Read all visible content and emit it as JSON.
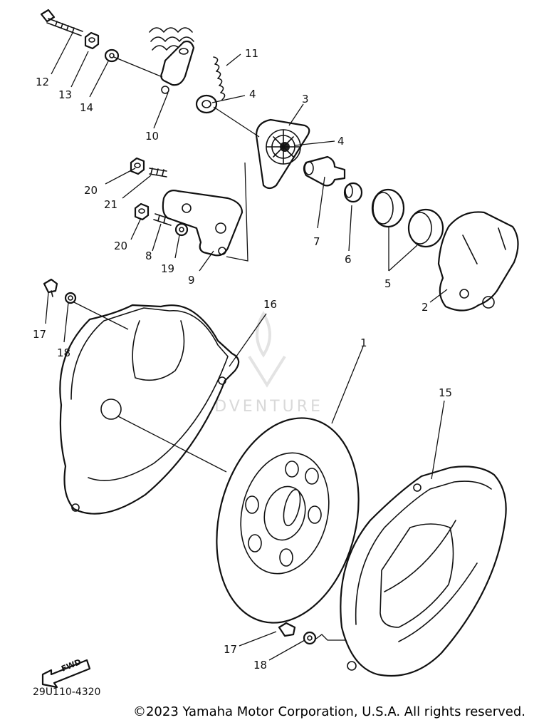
{
  "diagram": {
    "parts": [
      {
        "number": "1"
      },
      {
        "number": "2"
      },
      {
        "number": "3"
      },
      {
        "number": "4"
      },
      {
        "number": "4"
      },
      {
        "number": "5"
      },
      {
        "number": "6"
      },
      {
        "number": "7"
      },
      {
        "number": "8"
      },
      {
        "number": "9"
      },
      {
        "number": "10"
      },
      {
        "number": "11"
      },
      {
        "number": "12"
      },
      {
        "number": "13"
      },
      {
        "number": "14"
      },
      {
        "number": "15"
      },
      {
        "number": "16"
      },
      {
        "number": "17"
      },
      {
        "number": "17"
      },
      {
        "number": "18"
      },
      {
        "number": "18"
      },
      {
        "number": "19"
      },
      {
        "number": "20"
      },
      {
        "number": "20"
      },
      {
        "number": "21"
      }
    ],
    "drawing_code": "29U110-4320",
    "fwd_label": "FWD",
    "watermark": "LEADVENTURE"
  },
  "footer": {
    "copyright": "©2023 Yamaha Motor Corporation, U.S.A. All rights reserved."
  }
}
